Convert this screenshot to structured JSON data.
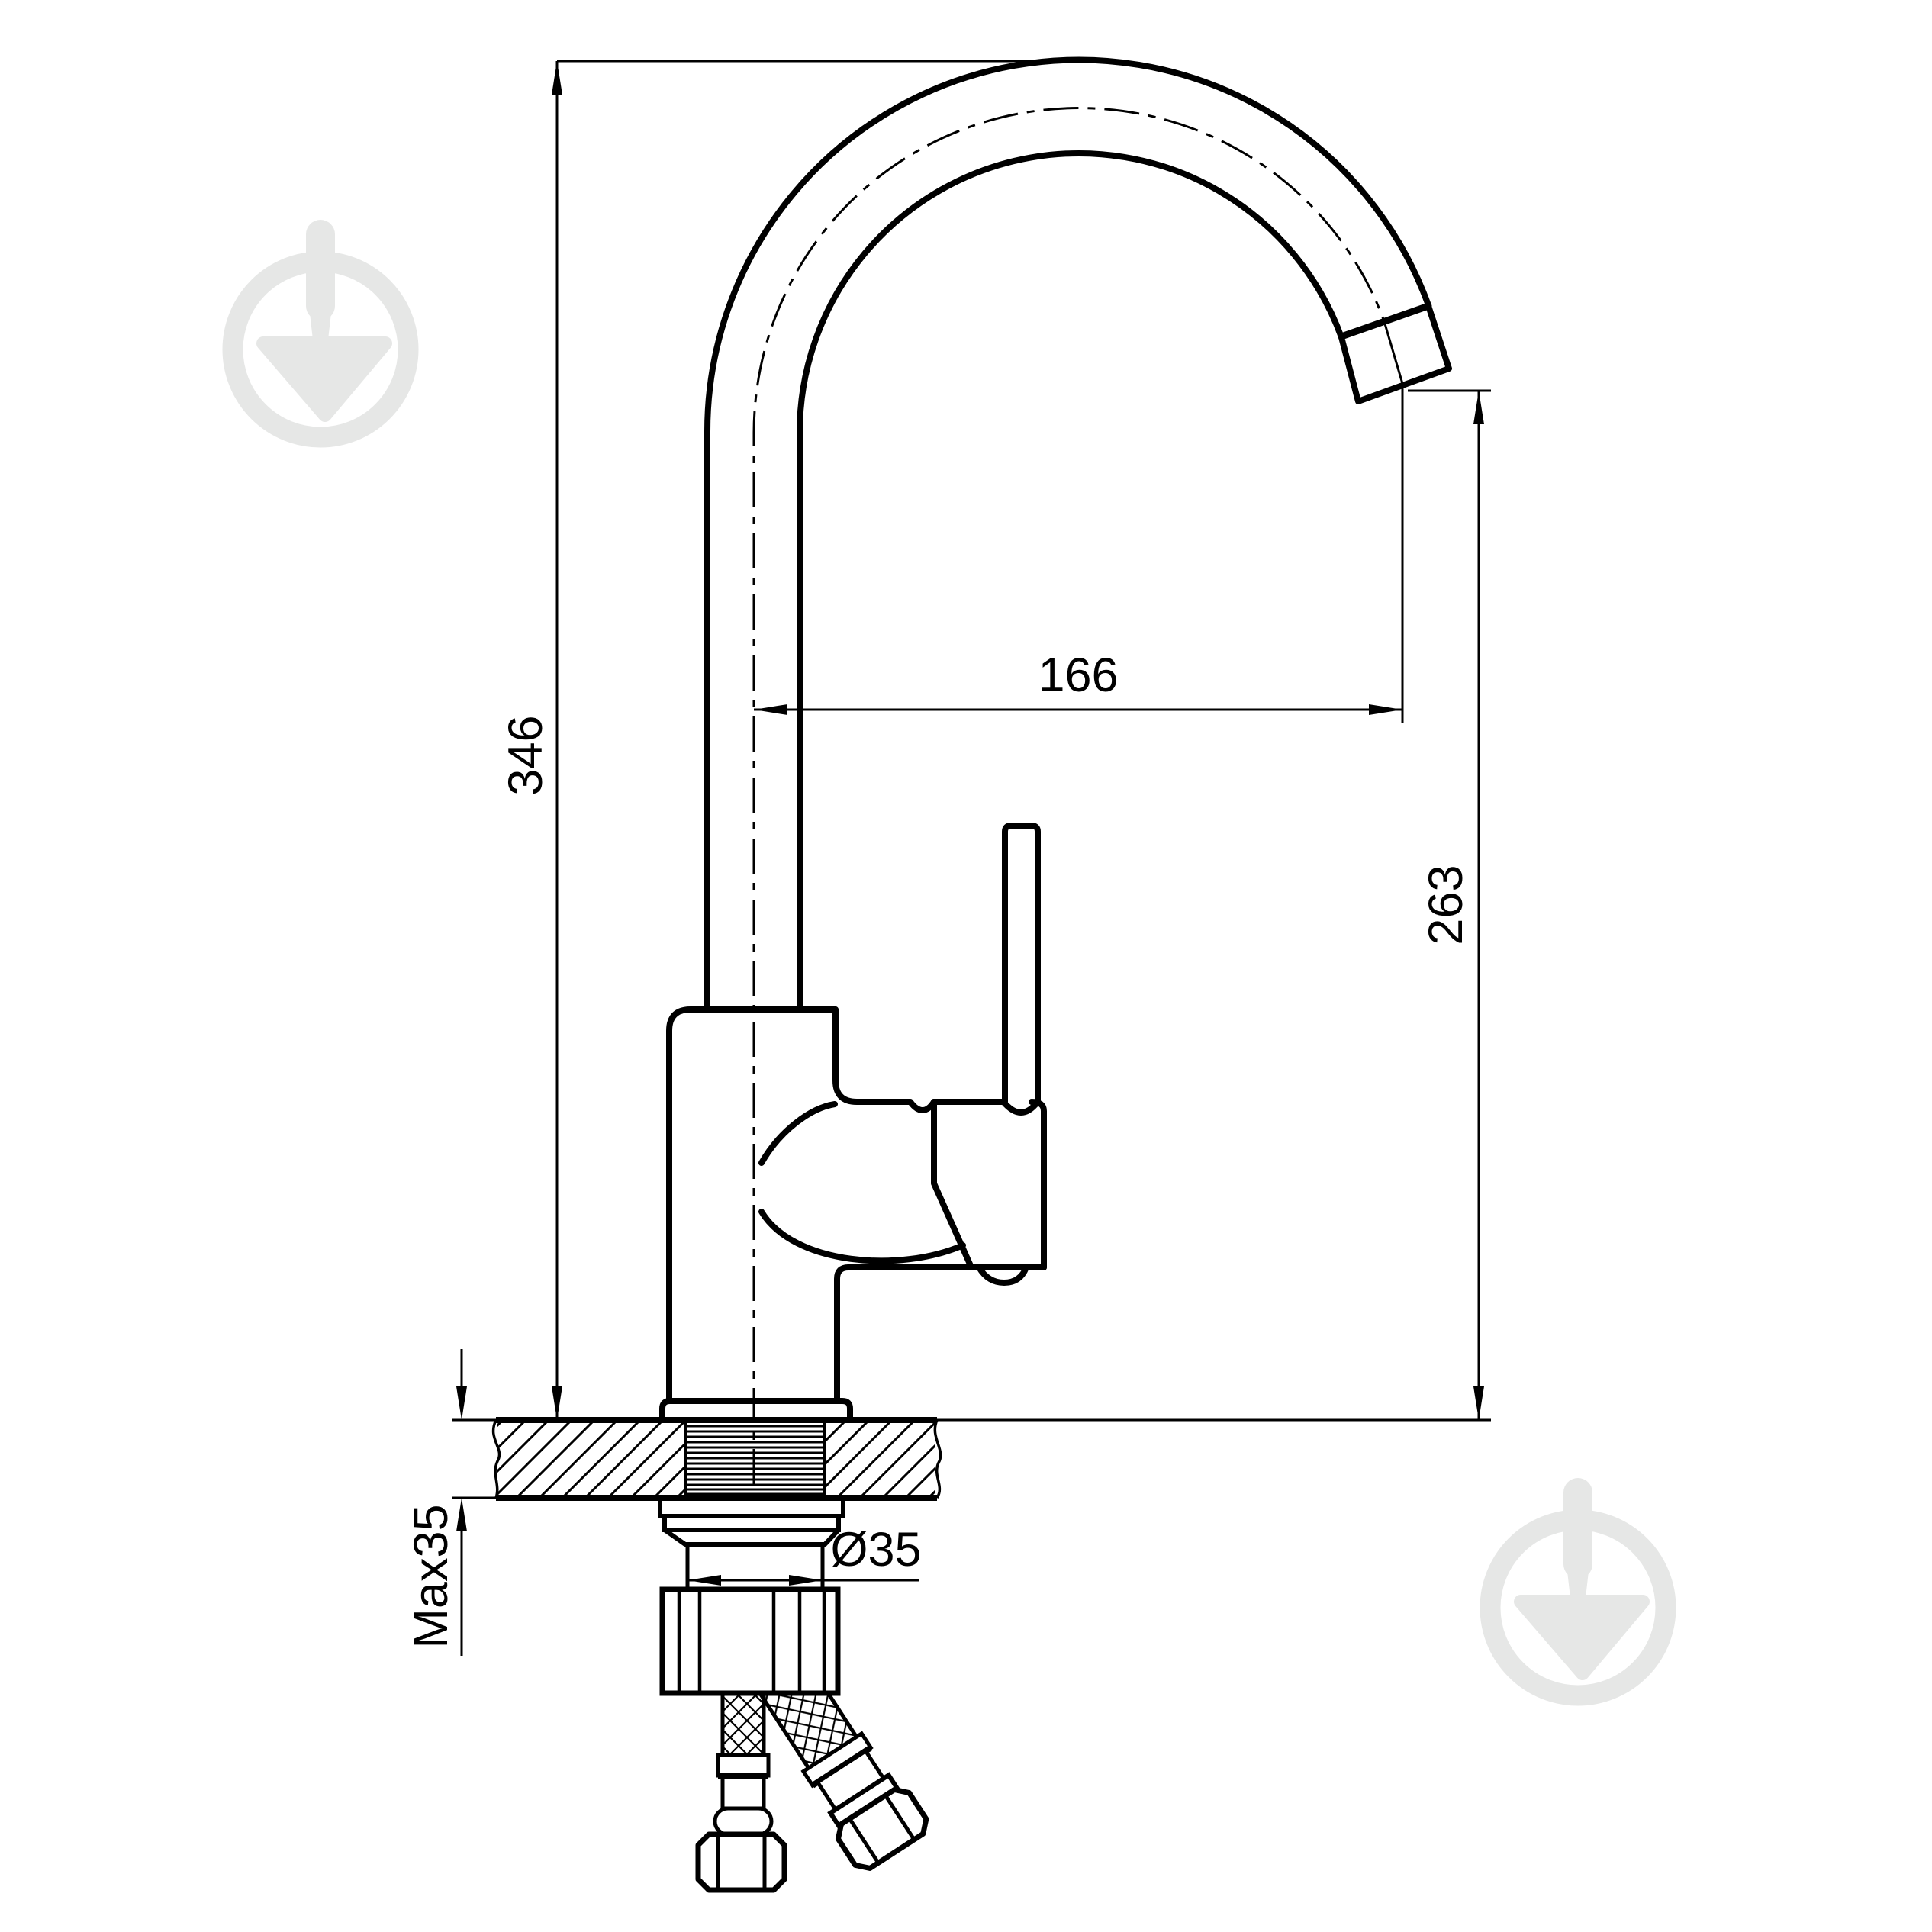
{
  "title": "Kitchen faucet installation dimensional drawing",
  "dimensions": {
    "total_height": "346",
    "spout_reach": "166",
    "outlet_height": "263",
    "max_deck_thickness": "Max35",
    "hole_diameter": "Ø35"
  },
  "colors": {
    "line": "#000000",
    "watermark": "#e6e7e6",
    "background": "#ffffff"
  },
  "watermark": {
    "icon": "trowel-in-circle-icon",
    "count": 2
  }
}
